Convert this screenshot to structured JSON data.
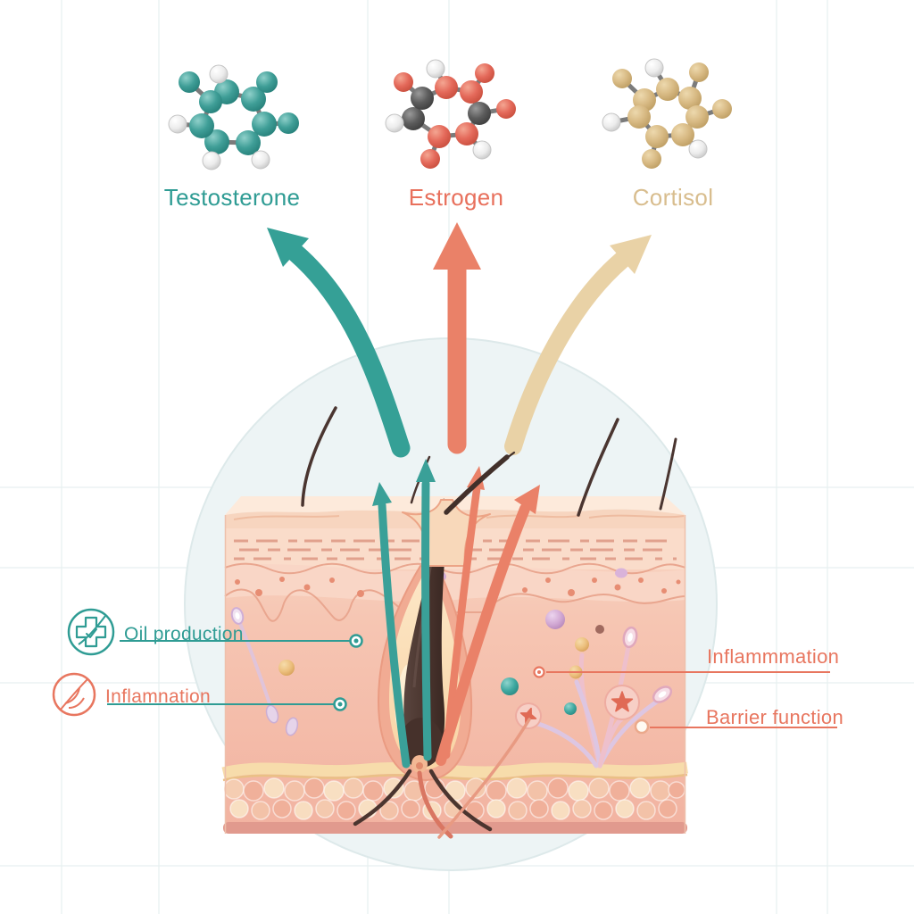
{
  "molecules": [
    {
      "label": "Testosterone",
      "color": "#2f9c94"
    },
    {
      "label": "Estrogen",
      "color": "#e8705c"
    },
    {
      "label": "Cortisol",
      "color": "#d8bd8e"
    }
  ],
  "annotations": {
    "left": [
      {
        "label": "Oil production",
        "color": "#2f9c94",
        "icon": "medical-cross-icon"
      },
      {
        "label": "Inflamnation",
        "color": "#e8765f",
        "icon": "sprout-icon"
      }
    ],
    "right": [
      {
        "label": "Inflammmation",
        "color": "#e8765f"
      },
      {
        "label": "Barrier function",
        "color": "#e8765f"
      }
    ]
  },
  "arrows": {
    "testosterone_color": "#35a096",
    "estrogen_color": "#ea8168",
    "cortisol_color": "#e9d2a6"
  },
  "scene": {
    "background": "#ffffff",
    "halo_color": "#edf4f5",
    "grid_color": "#dfeaec",
    "skin_tone": "#f6c5b2",
    "hair_color": "#46312b"
  }
}
